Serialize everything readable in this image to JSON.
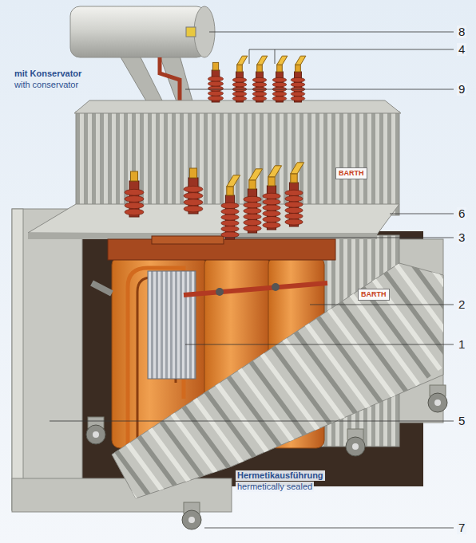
{
  "diagram": {
    "labels": [
      "mit Konservator",
      "with conservator",
      "8",
      "4",
      "9",
      "6",
      "3",
      "2",
      "1",
      "5",
      "Hermetikausführung",
      "hermetically sealed",
      "7",
      "BARTH",
      "BARTH"
    ]
  }
}
